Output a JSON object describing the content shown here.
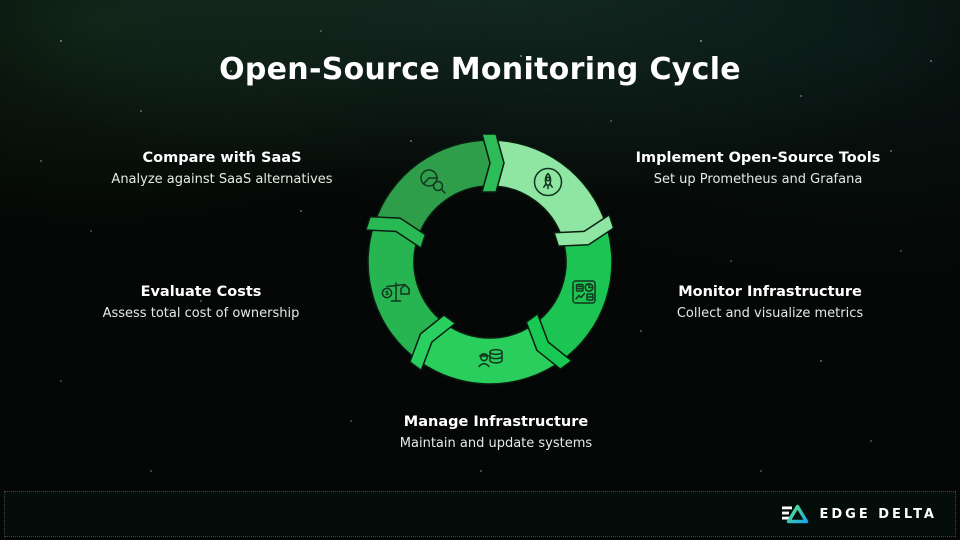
{
  "title": "Open-Source Monitoring Cycle",
  "diagram": {
    "name": "open-source-monitoring-cycle",
    "steps": [
      {
        "label": "Implement Open-Source Tools",
        "desc": "Set up Prometheus and Grafana",
        "icon": "rocket-icon",
        "segment_color": "#8ee6a2"
      },
      {
        "label": "Monitor Infrastructure",
        "desc": "Collect and visualize metrics",
        "icon": "dashboard-icon",
        "segment_color": "#1cc553"
      },
      {
        "label": "Manage Infrastructure",
        "desc": "Maintain and update systems",
        "icon": "engineer-database-icon",
        "segment_color": "#2ace5d"
      },
      {
        "label": "Evaluate Costs",
        "desc": "Assess total cost of ownership",
        "icon": "cost-scale-icon",
        "segment_color": "#27b551"
      },
      {
        "label": "Compare with SaaS",
        "desc": "Analyze against SaaS alternatives",
        "icon": "pie-magnifier-icon",
        "segment_color": "#2f9e4a"
      }
    ],
    "arrow_colors": [
      "#2cbd58",
      "#8ee6a2",
      "#17c853",
      "#2ad05f",
      "#28b954"
    ],
    "outline_color": "#0b1d11"
  },
  "footer": {
    "brand": "EDGE DELTA"
  }
}
